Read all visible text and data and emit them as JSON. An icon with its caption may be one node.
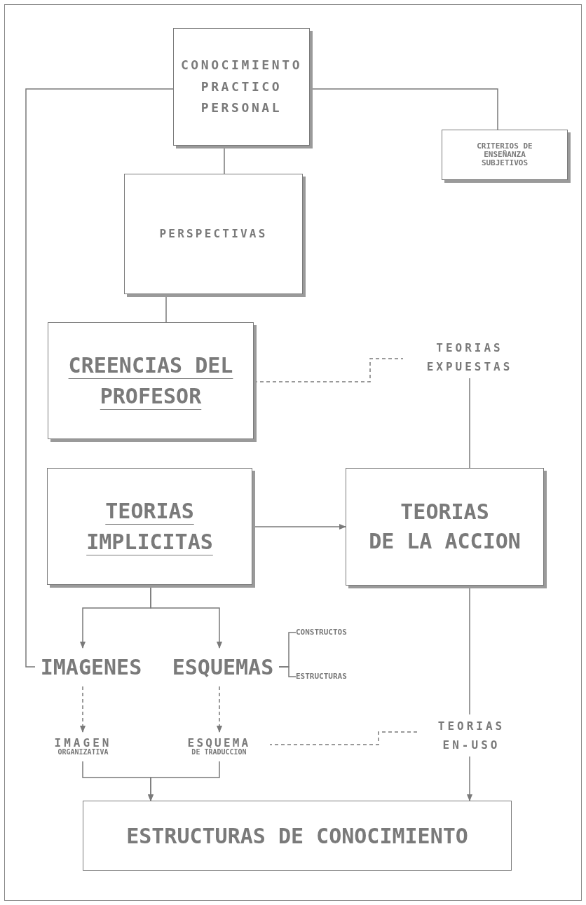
{
  "diagram": {
    "nodes": [
      {
        "text": [
          "CONOCIMIENTO PRACTICO PERSONAL"
        ]
      },
      {
        "text": [
          "CRITERIOS DE ENSEÑANZA SUBJETIVOS"
        ]
      },
      {
        "text": [
          "PERSPECTIVAS"
        ]
      },
      {
        "text": [
          "CREENCIAS DEL PROFESOR"
        ]
      },
      {
        "text": [
          "TEORIAS EXPUESTAS"
        ]
      },
      {
        "text": [
          "TEORIAS IMPLICITAS"
        ]
      },
      {
        "text": [
          "TEORIAS",
          "DE LA ACCION"
        ]
      },
      {
        "text": [
          "IMAGENES"
        ]
      },
      {
        "text": [
          "ESQUEMAS"
        ]
      },
      {
        "text": [
          "CONSTRUCTOS"
        ]
      },
      {
        "text": [
          "ESTRUCTURAS"
        ]
      },
      {
        "text": [
          "IMAGEN",
          "ORGANIZATIVA"
        ]
      },
      {
        "text": [
          "ESQUEMA",
          "DE TRADUCCION"
        ]
      },
      {
        "text": [
          "TEORIAS EN-USO"
        ]
      },
      {
        "text": [
          "ESTRUCTURAS DE CONOCIMIENTO"
        ]
      }
    ],
    "edges": [
      {
        "from": 0,
        "to": 1,
        "arrow": "none"
      },
      {
        "from": 0,
        "to": 7,
        "arrow": "none"
      },
      {
        "from": 0,
        "to": 2,
        "arrow": "none"
      },
      {
        "from": 2,
        "to": 3,
        "arrow": "none"
      },
      {
        "from": 3,
        "to": 4,
        "arrow": "none",
        "style": "dashed"
      },
      {
        "from": 4,
        "to": 6,
        "arrow": "none"
      },
      {
        "from": 5,
        "to": 6,
        "arrow": "to"
      },
      {
        "from": 5,
        "to": 7,
        "arrow": "to"
      },
      {
        "from": 5,
        "to": 8,
        "arrow": "to"
      },
      {
        "from": 8,
        "to": 9,
        "arrow": "none"
      },
      {
        "from": 8,
        "to": 10,
        "arrow": "none"
      },
      {
        "from": 7,
        "to": 11,
        "arrow": "to",
        "style": "dashed"
      },
      {
        "from": 8,
        "to": 12,
        "arrow": "to",
        "style": "dashed"
      },
      {
        "from": 11,
        "to": 14,
        "arrow": "to"
      },
      {
        "from": 12,
        "to": 14,
        "arrow": "to"
      },
      {
        "from": 6,
        "to": 13,
        "arrow": "none"
      },
      {
        "from": 13,
        "to": 12,
        "arrow": "none",
        "style": "dashed"
      },
      {
        "from": 13,
        "to": 14,
        "arrow": "to"
      }
    ]
  }
}
